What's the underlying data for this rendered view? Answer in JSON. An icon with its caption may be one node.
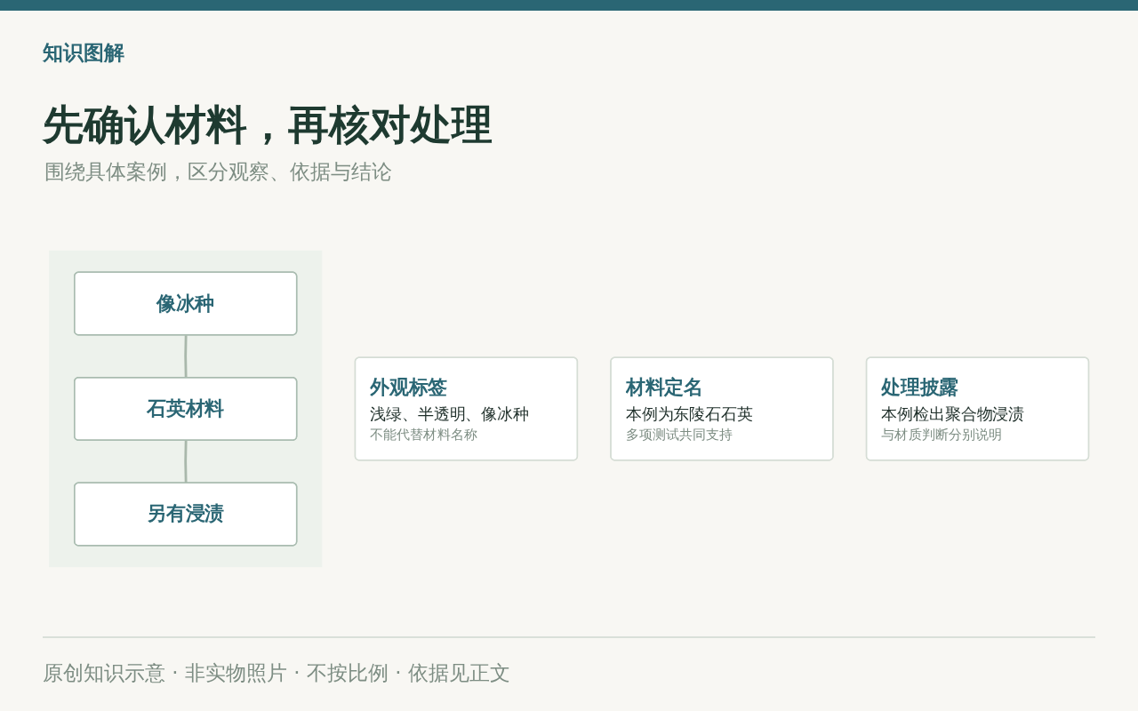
{
  "diagram": {
    "title": "先确认材料，再核对处理",
    "caption": "原创知识示意 · 非实物照片 · 不按比例 · 依据见正文",
    "nodes": [
      {
        "text": [],
        "shape": "box"
      },
      {
        "text": [
          "像冰种"
        ],
        "in": 0
      },
      {
        "text": [
          "石英材料"
        ],
        "in": 0
      },
      {
        "text": [
          "另有浸渍"
        ],
        "in": 0
      },
      {
        "text": [
          "外观标签",
          "浅绿、半透明、像冰种",
          "不能代替材料名称"
        ]
      },
      {
        "text": [
          "材料定名",
          "本例为东陵石石英",
          "多项测试共同支持"
        ]
      },
      {
        "text": [
          "处理披露",
          "本例检出聚合物浸渍",
          "与材质判断分别说明"
        ]
      }
    ],
    "edges": [
      {
        "from": 1,
        "to": 2,
        "arrow": "none"
      },
      {
        "from": 2,
        "to": 3,
        "arrow": "none"
      }
    ],
    "labels": [
      "知识图解",
      "围绕具体案例，区分观察、依据与结论"
    ]
  }
}
